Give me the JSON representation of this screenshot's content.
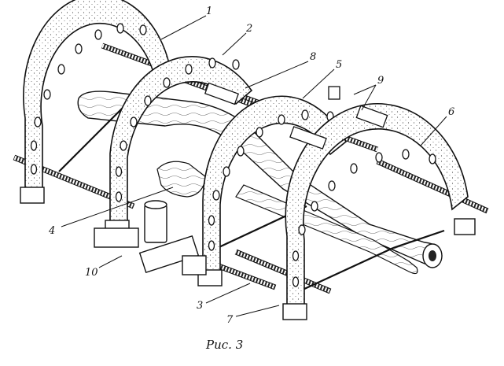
{
  "figure": {
    "caption": "Рис. 3",
    "callouts": {
      "c1": "1",
      "c2": "2",
      "c3": "3",
      "c4": "4",
      "c5": "5",
      "c6": "6",
      "c7": "7",
      "c8": "8",
      "c9": "9",
      "c10": "10"
    }
  }
}
